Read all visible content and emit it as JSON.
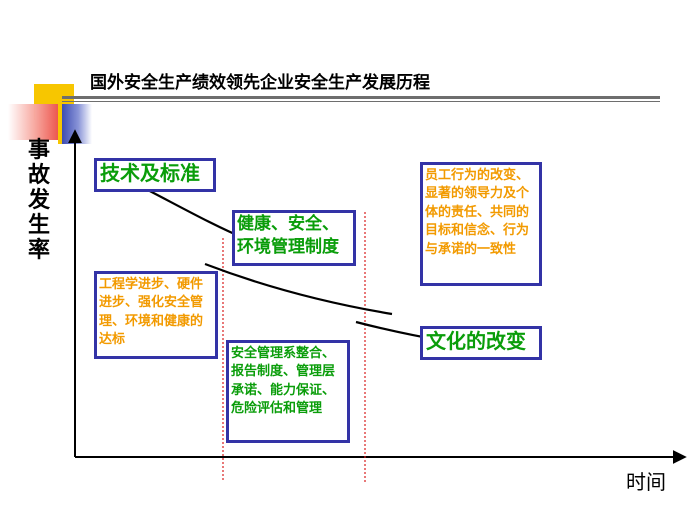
{
  "title": "国外安全生产绩效领先企业安全生产发展历程",
  "axes": {
    "y_label": "事故发生率",
    "x_label": "时间"
  },
  "boxes": {
    "tech_standards": "技术及标准",
    "hse_system": "健康、安全、环境管理制度",
    "engineering": "工程学进步、硬件进步、强化安全管理、环境和健康的达标",
    "mgmt_integration": "安全管理系整合、报告制度、管理层承诺、能力保证、危险评估和管理",
    "behavior_change": "员工行为的改变、显著的领导力及个体的责任、共同的目标和信念、行为与承诺的一致性",
    "culture_change": "文化的改变"
  },
  "colors": {
    "box_border": "#3333a6",
    "green_text": "#0a9d0a",
    "orange_text": "#f29a00",
    "divider": "#d81e1e",
    "deco_yellow": "#f7c600",
    "deco_red": "#e8342c",
    "deco_blue": "#2a3aa8"
  }
}
